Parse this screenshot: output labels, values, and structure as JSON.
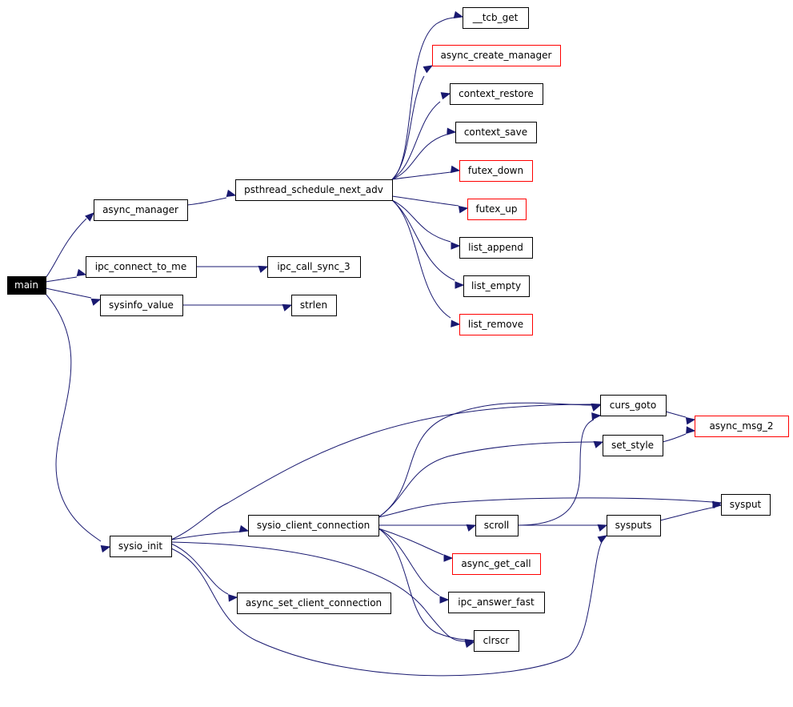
{
  "colors": {
    "edge": "#191970",
    "node_border": "#000000",
    "external_border": "#ff0000",
    "root_fill": "#000000",
    "root_text": "#ffffff",
    "node_fill": "#ffffff",
    "node_text": "#000000"
  },
  "nodes": {
    "main": {
      "label": "main",
      "kind": "root"
    },
    "async_manager": {
      "label": "async_manager",
      "kind": "normal"
    },
    "ipc_connect_to_me": {
      "label": "ipc_connect_to_me",
      "kind": "normal"
    },
    "sysinfo_value": {
      "label": "sysinfo_value",
      "kind": "normal"
    },
    "sysio_init": {
      "label": "sysio_init",
      "kind": "normal"
    },
    "psthread_schedule_next_adv": {
      "label": "psthread_schedule_next_adv",
      "kind": "normal"
    },
    "ipc_call_sync_3": {
      "label": "ipc_call_sync_3",
      "kind": "normal"
    },
    "strlen": {
      "label": "strlen",
      "kind": "normal"
    },
    "tcb_get": {
      "label": "__tcb_get",
      "kind": "normal"
    },
    "async_create_manager": {
      "label": "async_create_manager",
      "kind": "external"
    },
    "context_restore": {
      "label": "context_restore",
      "kind": "normal"
    },
    "context_save": {
      "label": "context_save",
      "kind": "normal"
    },
    "futex_down": {
      "label": "futex_down",
      "kind": "external"
    },
    "futex_up": {
      "label": "futex_up",
      "kind": "external"
    },
    "list_append": {
      "label": "list_append",
      "kind": "normal"
    },
    "list_empty": {
      "label": "list_empty",
      "kind": "normal"
    },
    "list_remove": {
      "label": "list_remove",
      "kind": "external"
    },
    "sysio_client_connection": {
      "label": "sysio_client_connection",
      "kind": "normal"
    },
    "async_set_client_connection": {
      "label": "async_set_client_connection",
      "kind": "normal"
    },
    "curs_goto": {
      "label": "curs_goto",
      "kind": "normal"
    },
    "set_style": {
      "label": "set_style",
      "kind": "normal"
    },
    "scroll": {
      "label": "scroll",
      "kind": "normal"
    },
    "async_get_call": {
      "label": "async_get_call",
      "kind": "external"
    },
    "ipc_answer_fast": {
      "label": "ipc_answer_fast",
      "kind": "normal"
    },
    "clrscr": {
      "label": "clrscr",
      "kind": "normal"
    },
    "sysputs": {
      "label": "sysputs",
      "kind": "normal"
    },
    "sysput": {
      "label": "sysput",
      "kind": "normal"
    },
    "async_msg_2": {
      "label": "async_msg_2",
      "kind": "external"
    }
  },
  "edges": [
    {
      "from": "main",
      "to": "async_manager"
    },
    {
      "from": "main",
      "to": "ipc_connect_to_me"
    },
    {
      "from": "main",
      "to": "sysinfo_value"
    },
    {
      "from": "main",
      "to": "sysio_init"
    },
    {
      "from": "async_manager",
      "to": "psthread_schedule_next_adv"
    },
    {
      "from": "ipc_connect_to_me",
      "to": "ipc_call_sync_3"
    },
    {
      "from": "sysinfo_value",
      "to": "strlen"
    },
    {
      "from": "psthread_schedule_next_adv",
      "to": "tcb_get"
    },
    {
      "from": "psthread_schedule_next_adv",
      "to": "async_create_manager"
    },
    {
      "from": "psthread_schedule_next_adv",
      "to": "context_restore"
    },
    {
      "from": "psthread_schedule_next_adv",
      "to": "context_save"
    },
    {
      "from": "psthread_schedule_next_adv",
      "to": "futex_down"
    },
    {
      "from": "psthread_schedule_next_adv",
      "to": "futex_up"
    },
    {
      "from": "psthread_schedule_next_adv",
      "to": "list_append"
    },
    {
      "from": "psthread_schedule_next_adv",
      "to": "list_empty"
    },
    {
      "from": "psthread_schedule_next_adv",
      "to": "list_remove"
    },
    {
      "from": "sysio_init",
      "to": "curs_goto"
    },
    {
      "from": "sysio_init",
      "to": "sysio_client_connection"
    },
    {
      "from": "sysio_init",
      "to": "async_set_client_connection"
    },
    {
      "from": "sysio_init",
      "to": "clrscr"
    },
    {
      "from": "sysio_init",
      "to": "sysputs"
    },
    {
      "from": "sysio_client_connection",
      "to": "curs_goto"
    },
    {
      "from": "sysio_client_connection",
      "to": "set_style"
    },
    {
      "from": "sysio_client_connection",
      "to": "sysput"
    },
    {
      "from": "sysio_client_connection",
      "to": "scroll"
    },
    {
      "from": "sysio_client_connection",
      "to": "async_get_call"
    },
    {
      "from": "sysio_client_connection",
      "to": "ipc_answer_fast"
    },
    {
      "from": "sysio_client_connection",
      "to": "clrscr"
    },
    {
      "from": "scroll",
      "to": "curs_goto"
    },
    {
      "from": "scroll",
      "to": "sysputs"
    },
    {
      "from": "curs_goto",
      "to": "async_msg_2"
    },
    {
      "from": "set_style",
      "to": "async_msg_2"
    },
    {
      "from": "sysputs",
      "to": "sysput"
    }
  ]
}
